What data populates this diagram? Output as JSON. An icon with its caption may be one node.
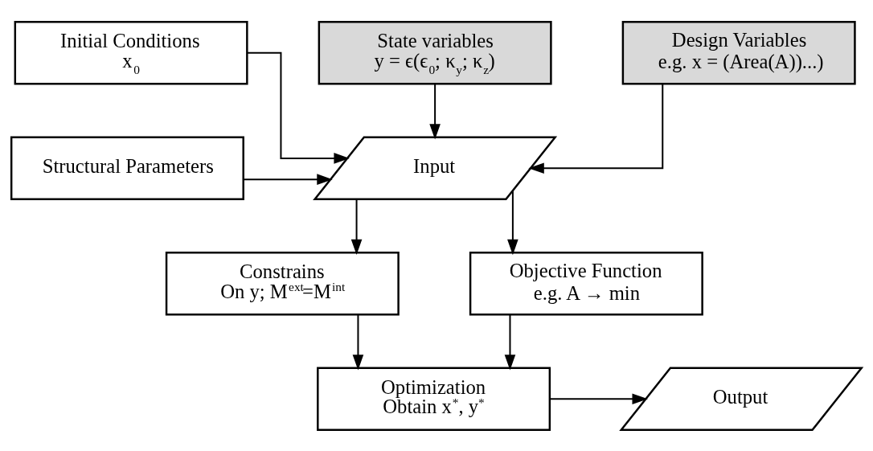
{
  "diagram": {
    "nodes": [
      {
        "text": [
          "Initial Conditions",
          "x$_{0}$"
        ]
      },
      {
        "text": [
          "State variables",
          "y = ϵ(ϵ$_{0}$; κ$_{y}$; κ$_{z}$)"
        ]
      },
      {
        "text": [
          "Design Variables",
          "e.g. x = (Area(A))...)"
        ]
      },
      {
        "text": [
          "Structural Parameters"
        ]
      },
      {
        "text": [
          "Input"
        ]
      },
      {
        "text": [
          "Constrains",
          "On y; M$^{ext}$=M$^{int}$"
        ]
      },
      {
        "text": [
          "Objective Function",
          "e.g. A → min"
        ]
      },
      {
        "text": [
          "Optimization",
          "Obtain x$^{*}$, y$^{*}$"
        ]
      },
      {
        "text": [
          "Output"
        ]
      }
    ],
    "edges": [
      {
        "from": 0,
        "to": 4,
        "arrow": "to"
      },
      {
        "from": 1,
        "to": 4,
        "arrow": "to"
      },
      {
        "from": 2,
        "to": 4,
        "arrow": "to"
      },
      {
        "from": 3,
        "to": 4,
        "arrow": "to"
      },
      {
        "from": 4,
        "to": 5,
        "arrow": "to"
      },
      {
        "from": 4,
        "to": 6,
        "arrow": "to"
      },
      {
        "from": 5,
        "to": 7,
        "arrow": "to"
      },
      {
        "from": 6,
        "to": 7,
        "arrow": "to"
      },
      {
        "from": 7,
        "to": 8,
        "arrow": "to"
      }
    ]
  }
}
